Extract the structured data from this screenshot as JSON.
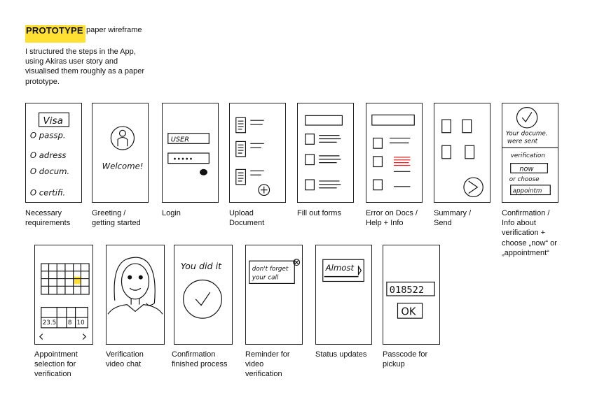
{
  "header": {
    "title": "PROTOTYPE",
    "subtitle": "paper wireframe",
    "highlight_color": "#ffe033",
    "intro": "I structured the steps in the App, using Akiras user story and visualised them roughly as a paper prototype."
  },
  "sketch_text": {
    "visa": "Visa",
    "passp": "O passp.",
    "adress": "O adress",
    "docum": "O docum.",
    "certifi": "O certifi.",
    "welcome": "Welcome!",
    "user": "USER",
    "password_dots": "•••••",
    "your_docum": "Your docume.",
    "were_sent": "were sent",
    "verification": "verification",
    "now": "now",
    "or_choose": "or choose",
    "appointm": "appointm",
    "date_1": "23.5",
    "date_2": "8",
    "date_3": "10",
    "you_did_it": "You did it",
    "dont_forget": "don't forget",
    "your_call": "your call",
    "almost": "Almost",
    "passcode": "018522",
    "ok": "OK",
    "error_color": "#e02020",
    "calendar_highlight": "#ffe033"
  },
  "steps": [
    {
      "caption": "Necessary\nrequirements"
    },
    {
      "caption": "Greeting /\ngetting started"
    },
    {
      "caption": "Login"
    },
    {
      "caption": "Upload\nDocument"
    },
    {
      "caption": "Fill out forms"
    },
    {
      "caption": "Error on Docs /\nHelp + Info"
    },
    {
      "caption": "Summary /\nSend"
    },
    {
      "caption": "Confirmation /\nInfo about\nverification +\nchoose „now“ or\n„appointment“"
    },
    {
      "caption": "Appointment\nselection for\nverification"
    },
    {
      "caption": "Verification\nvideo chat"
    },
    {
      "caption": "Confirmation\nfinished process"
    },
    {
      "caption": "Reminder for\nvideo\nverification"
    },
    {
      "caption": "Status updates"
    },
    {
      "caption": "Passcode for\npickup"
    }
  ]
}
